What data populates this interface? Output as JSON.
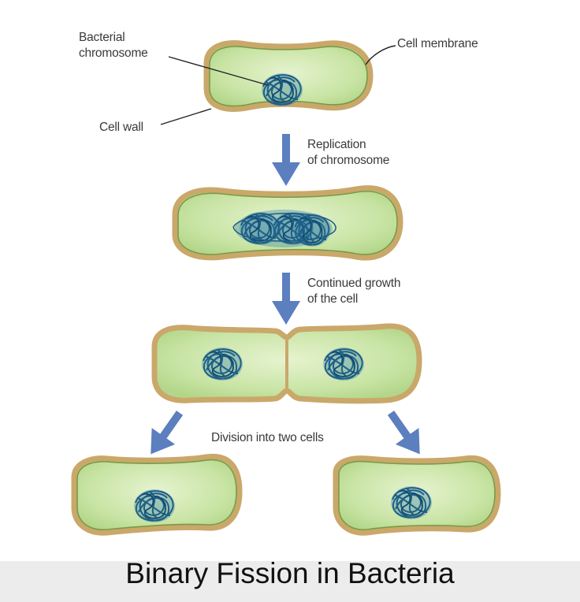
{
  "labels": {
    "bacterial_chromosome_line1": "Bacterial",
    "bacterial_chromosome_line2": "chromosome",
    "cell_membrane": "Cell membrane",
    "cell_wall": "Cell wall",
    "step1_line1": "Replication",
    "step1_line2": "of chromosome",
    "step2_line1": "Continued growth",
    "step2_line2": "of the cell",
    "step3": "Division into two cells"
  },
  "caption": "Binary Fission in Bacteria",
  "colors": {
    "cell_fill": "#c5e3a0",
    "cell_wall": "#c9a86a",
    "cell_membrane": "#6b8f3a",
    "chromosome": "#1f5f86",
    "arrow": "#5b7fbf",
    "label_text": "#3a3a3a",
    "caption_band": "#ececec"
  }
}
